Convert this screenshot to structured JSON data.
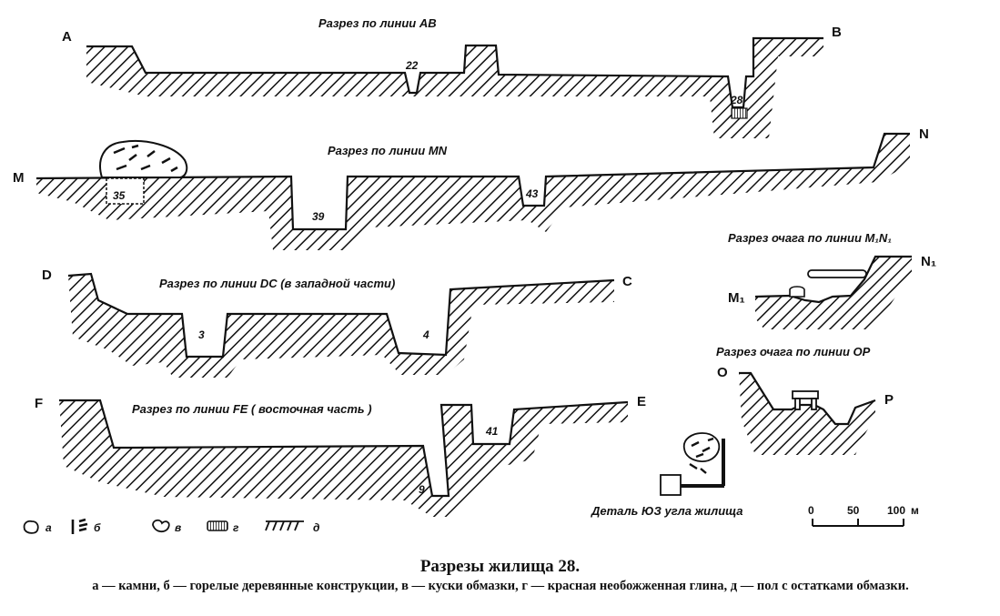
{
  "sections": {
    "ab": {
      "title": "Разрез по линии AB",
      "start": "A",
      "end": "B",
      "pit1": "22",
      "pit2": "28"
    },
    "mn": {
      "title": "Разрез по линии MN",
      "start": "M",
      "end": "N",
      "pit1": "35",
      "pit2": "39",
      "pit3": "43"
    },
    "dc": {
      "title": "Разрез по линии DC (в западной части)",
      "start": "D",
      "end": "C",
      "pit1": "3",
      "pit2": "4"
    },
    "fe": {
      "title": "Разрез по линии FE ( восточная часть )",
      "start": "F",
      "end": "E",
      "pit1": "9",
      "pit2": "41"
    },
    "m1n1": {
      "title": "Разрез очага по линии M₁N₁",
      "start": "M₁",
      "end": "N₁"
    },
    "op": {
      "title": "Разрез очага по линии OP",
      "start": "O",
      "end": "P"
    }
  },
  "detail": {
    "label": "Деталь ЮЗ угла жилища"
  },
  "legend": [
    {
      "symbol": "stone-icon",
      "letter": "а"
    },
    {
      "symbol": "burnt-wood-icon",
      "letter": "б"
    },
    {
      "symbol": "daub-icon",
      "letter": "в"
    },
    {
      "symbol": "red-clay-icon",
      "letter": "г"
    },
    {
      "symbol": "floor-icon",
      "letter": "д"
    }
  ],
  "scale": {
    "labels": [
      "0",
      "50",
      "100"
    ],
    "unit": "м"
  },
  "caption": {
    "title": "Разрезы жилища 28.",
    "description": "а — камни, б — горелые деревянные конструкции, в — куски обмазки, г — красная необожженная глина, д — пол с остатками обмазки."
  }
}
